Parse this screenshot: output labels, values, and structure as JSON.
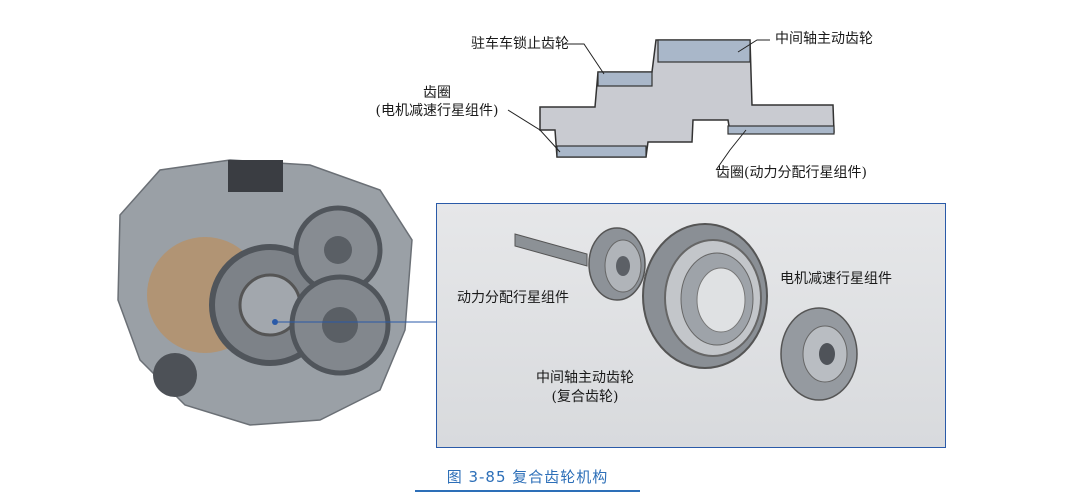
{
  "labels": {
    "parking_gear": "驻车车锁止齿轮",
    "countershaft_gear_top": "中间轴主动齿轮",
    "ring_gear": "齿圈",
    "ring_gear_sub": "(电机减速行星组件)",
    "ring_gear_power": "齿圈(动力分配行星组件)",
    "power_split_planetary": "动力分配行星组件",
    "motor_reduction_planetary": "电机减速行星组件",
    "countershaft_gear": "中间轴主动齿轮",
    "countershaft_gear_sub": "(复合齿轮)"
  },
  "caption": "图 3-85   复合齿轮机构",
  "colors": {
    "caption_blue": "#2d6fb8",
    "panel_border": "#2a5aa8",
    "section_fill": "#c9cbd1",
    "section_highlight": "#a9b7c9"
  }
}
